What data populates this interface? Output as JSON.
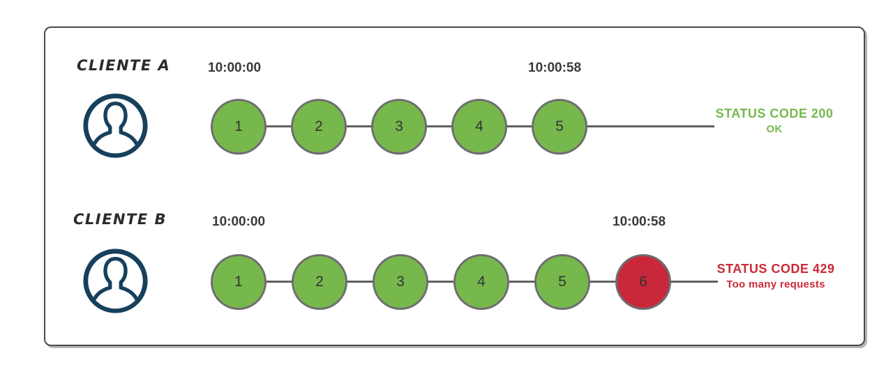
{
  "clients": [
    {
      "name": "CLIENTE A",
      "start_time": "10:00:00",
      "end_time": "10:00:58",
      "requests": [
        {
          "label": "1",
          "status": "success"
        },
        {
          "label": "2",
          "status": "success"
        },
        {
          "label": "3",
          "status": "success"
        },
        {
          "label": "4",
          "status": "success"
        },
        {
          "label": "5",
          "status": "success"
        }
      ],
      "result": {
        "code": "STATUS CODE 200",
        "message": "OK"
      }
    },
    {
      "name": "CLIENTE B",
      "start_time": "10:00:00",
      "end_time": "10:00:58",
      "requests": [
        {
          "label": "1",
          "status": "success"
        },
        {
          "label": "2",
          "status": "success"
        },
        {
          "label": "3",
          "status": "success"
        },
        {
          "label": "4",
          "status": "success"
        },
        {
          "label": "5",
          "status": "success"
        },
        {
          "label": "6",
          "status": "error"
        }
      ],
      "result": {
        "code": "STATUS CODE 429",
        "message": "Too many requests"
      }
    }
  ],
  "colors": {
    "success": "#77b84d",
    "error": "#c9283a",
    "successText": "#76b94e",
    "errorText": "#cc2936",
    "circleBorder": "#6e6e6e",
    "line": "#5f5f5f",
    "frameBorder": "#4a4a4a",
    "iconNavy": "#16405c",
    "textDark": "#3a3a3a",
    "labelDark": "#2b2b2b",
    "numberDark": "#333333"
  }
}
